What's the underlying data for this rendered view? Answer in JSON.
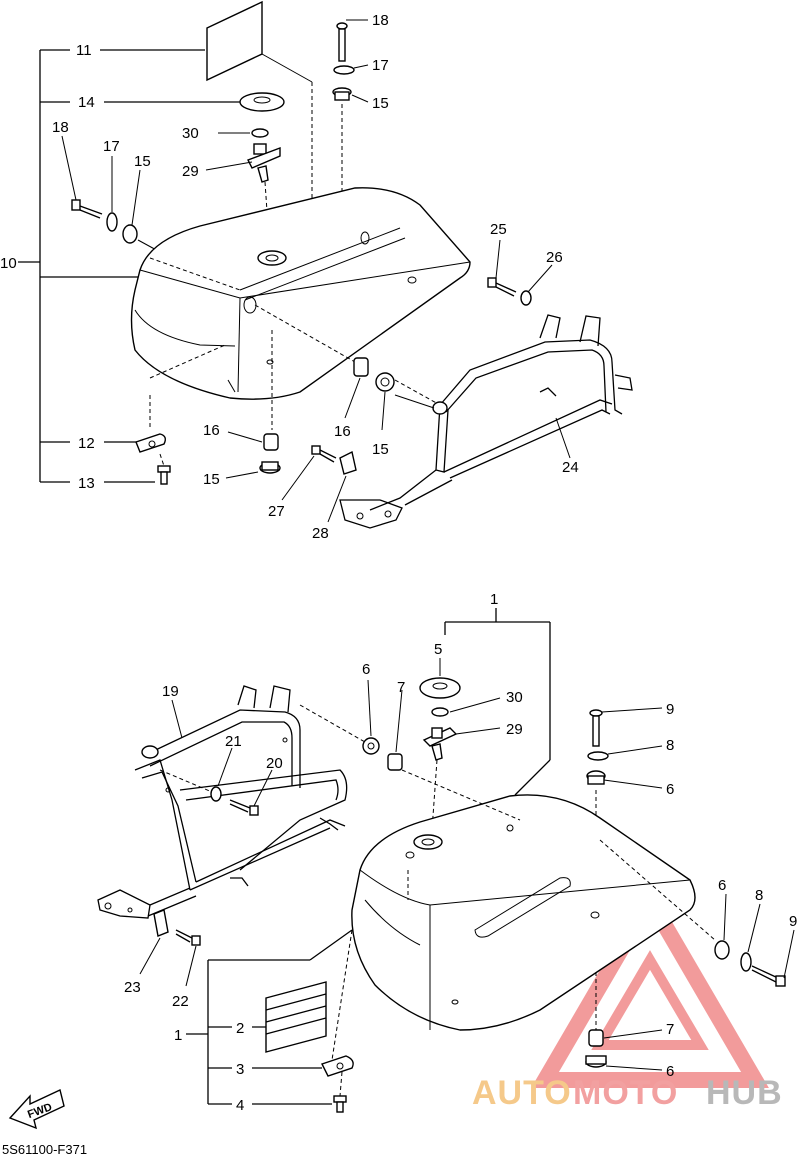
{
  "diagram": {
    "labels": {
      "l1_top": "1",
      "l1_left": "1",
      "l2": "2",
      "l3": "3",
      "l4": "4",
      "l5": "5",
      "l6_a": "6",
      "l6_b": "6",
      "l6_c": "6",
      "l6_d": "6",
      "l7_a": "7",
      "l7_b": "7",
      "l8_a": "8",
      "l8_b": "8",
      "l9_a": "9",
      "l9_b": "9",
      "l10": "10",
      "l11": "11",
      "l12": "12",
      "l13": "13",
      "l14": "14",
      "l15_a": "15",
      "l15_b": "15",
      "l15_c": "15",
      "l15_d": "15",
      "l16_a": "16",
      "l16_b": "16",
      "l17_a": "17",
      "l17_b": "17",
      "l18_a": "18",
      "l18_b": "18",
      "l19": "19",
      "l20": "20",
      "l21": "21",
      "l22": "22",
      "l23": "23",
      "l24": "24",
      "l25": "25",
      "l26": "26",
      "l27": "27",
      "l28": "28",
      "l29_a": "29",
      "l29_b": "29",
      "l30_a": "30",
      "l30_b": "30"
    },
    "fwd_label": "FWD",
    "diagram_code": "5S61100-F371"
  },
  "watermark": {
    "part_a": "AUTO",
    "part_b": "MOTO",
    "part_c": "HUB",
    "color_a": "#f5c98a",
    "color_b": "#f2a0a0",
    "color_c": "#b8b8b8"
  }
}
